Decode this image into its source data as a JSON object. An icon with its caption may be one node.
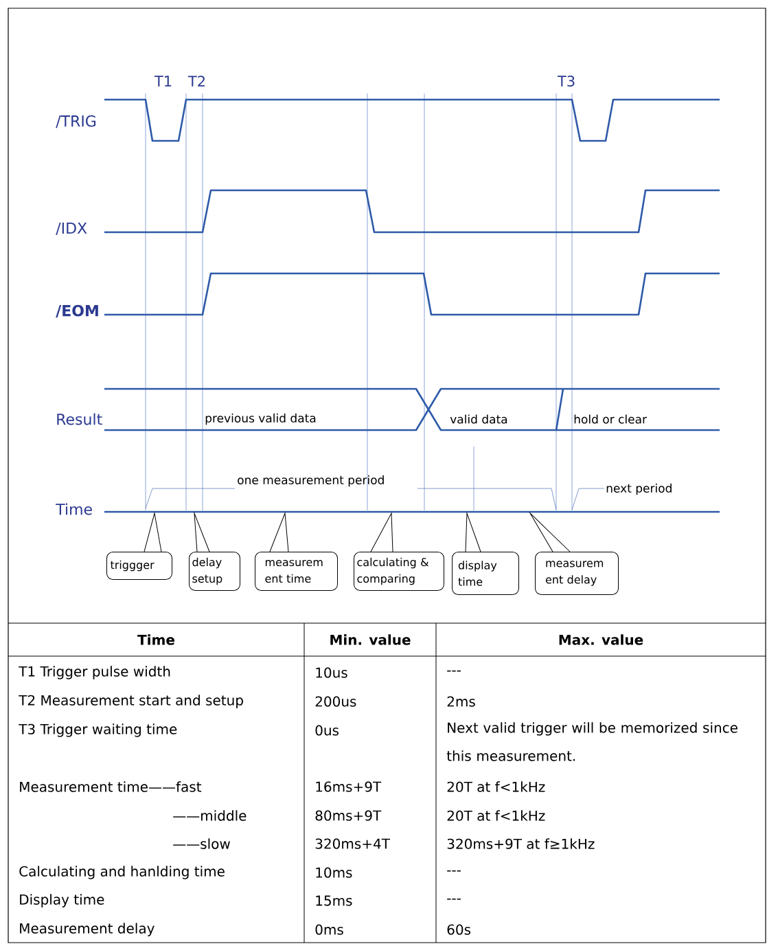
{
  "diagram": {
    "nodes": [
      {
        "text": [
          "triggger"
        ]
      },
      {
        "text": [
          "delay setup"
        ]
      },
      {
        "text": [
          "measurem ent time"
        ]
      },
      {
        "text": [
          "calculating & comparing"
        ]
      },
      {
        "text": [
          "display time"
        ]
      },
      {
        "text": [
          "measurem ent delay"
        ]
      }
    ],
    "labels": [
      "T1",
      "T2",
      "T3",
      "/TRIG",
      "/IDX",
      "/EOM",
      "Result",
      "previous valid data",
      "valid data",
      "hold or clear",
      "one measurement period",
      "next period",
      "Time",
      "Time",
      "Min. value",
      "Max. value",
      "T1 Trigger pulse width",
      "10us",
      "---",
      "T2 Measurement start and setup",
      "200us",
      "2ms",
      "T3 Trigger waiting time",
      "0us",
      "Next valid trigger will be memorized since this measurement.",
      "Measurement time——fast",
      "16ms+9T",
      "20T at f<1kHz",
      "——middle",
      "80ms+9T",
      "20T at f<1kHz",
      "——slow",
      "320ms+4T",
      "320ms+9T at f≥1kHz",
      "Calculating and hanlding time",
      "10ms",
      "---",
      "Display time",
      "15ms",
      "---",
      "Measurement delay",
      "0ms",
      "60s"
    ]
  }
}
